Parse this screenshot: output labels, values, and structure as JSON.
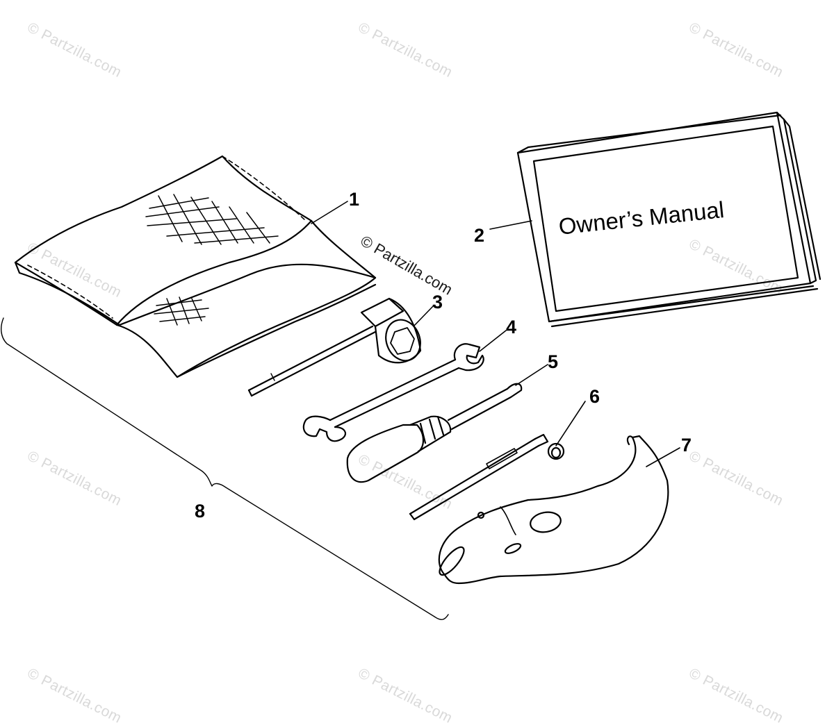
{
  "diagram": {
    "manual_cover_text": "Owner’s Manual",
    "watermark_text": "© Partzilla.com",
    "callouts": [
      "1",
      "2",
      "3",
      "4",
      "5",
      "6",
      "7",
      "8"
    ]
  },
  "colors": {
    "line": "#000000",
    "watermark": "#d9d9d9",
    "background": "#ffffff"
  }
}
